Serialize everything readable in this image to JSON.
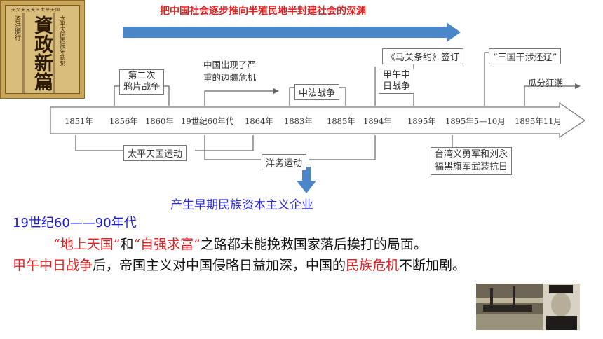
{
  "book": {
    "title": "資政新篇",
    "sub_left": "咨洪頒行",
    "sub_right": "太平天国丙辰年新刻",
    "top_text": "天父天兄天王太平天国"
  },
  "top_arrow_text": "把中国社会逐步推向半殖民地半封建社会的深渊",
  "events_above": {
    "opium2": "第二次\n鸦片战争",
    "border_crisis": "中国出现了严\n重的边疆危机",
    "sino_french": "中法战争",
    "sino_japanese": "甲午中\n日战争",
    "shimonoseki": "《马关条约》签订",
    "triple": "“三国干涉还辽”",
    "scramble": "瓜分狂潮"
  },
  "years": [
    "1851年",
    "1856年",
    "1860年",
    "19世纪60年代",
    "1864年",
    "1883年",
    "1885年",
    "1894年",
    "1895年",
    "1895年5—10月",
    "1895年11月"
  ],
  "events_below": {
    "taiping": "太平天国运动",
    "selfstrengthening": "洋务运动",
    "taiwan": "台湾义勇军和刘永\n福黑旗军武装抗日"
  },
  "note_capitalism": "产生早期民族资本主义企业",
  "period_label": "19世纪60——90年代",
  "para1": {
    "prefix": "“地上天国”",
    "mid1": "和",
    "quote2": "“自强求富”",
    "suffix": "之路都未能挽救国家落后挨打的局面。"
  },
  "para2": {
    "prefix": "甲午中日战争",
    "mid": "后，帝国主义对中国侵略日益加深，中国的",
    "highlight": "民族危机",
    "suffix": "不断加剧。"
  },
  "colors": {
    "arrow_blue": "#4a86c8",
    "red": "#e02020",
    "blue_text": "#1a1ae0"
  },
  "photo": {
    "desc_icon": "historical-photo"
  }
}
